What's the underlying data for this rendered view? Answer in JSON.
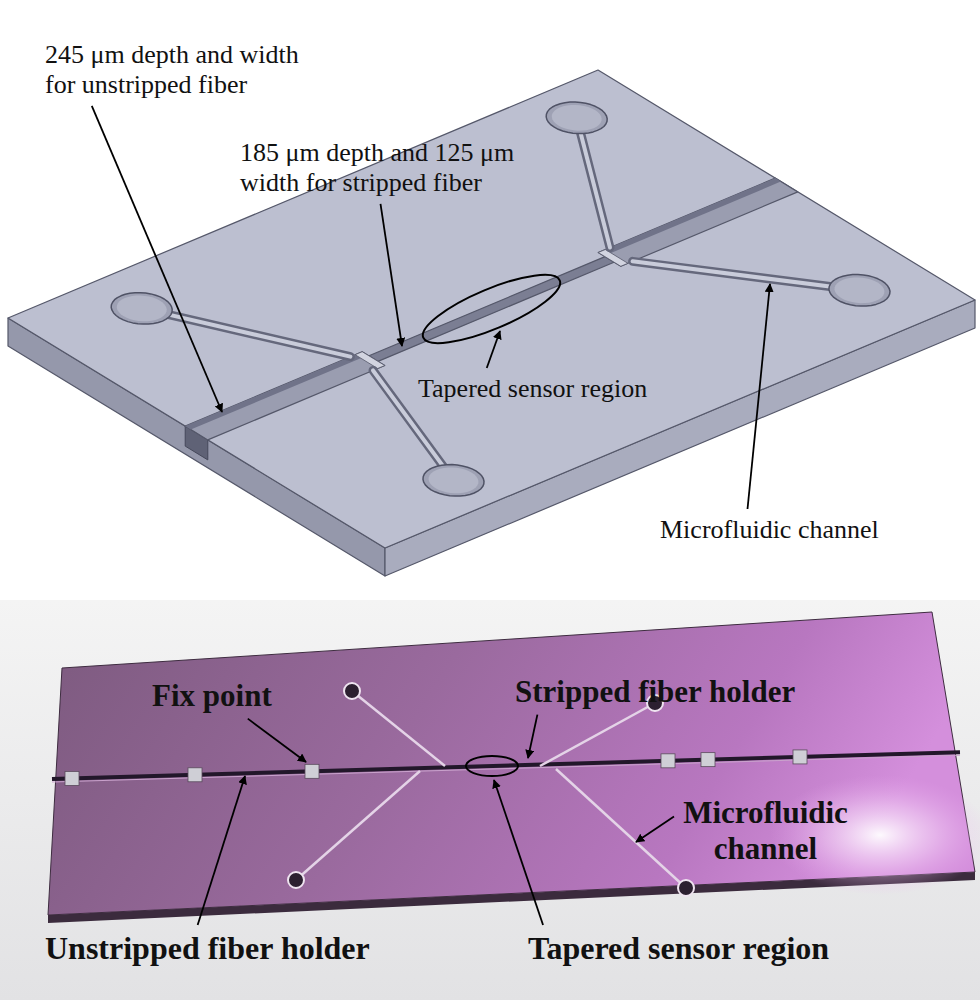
{
  "diagram": {
    "labels": [
      "245 μm depth and width for unstripped fiber",
      "185 μm depth and 125 μm width for stripped fiber",
      "Tapered sensor region",
      "Microfluidic channel",
      "Fix point",
      "Stripped fiber holder",
      "Microfluidic channel",
      "Unstripped fiber holder",
      "Tapered sensor region"
    ]
  }
}
